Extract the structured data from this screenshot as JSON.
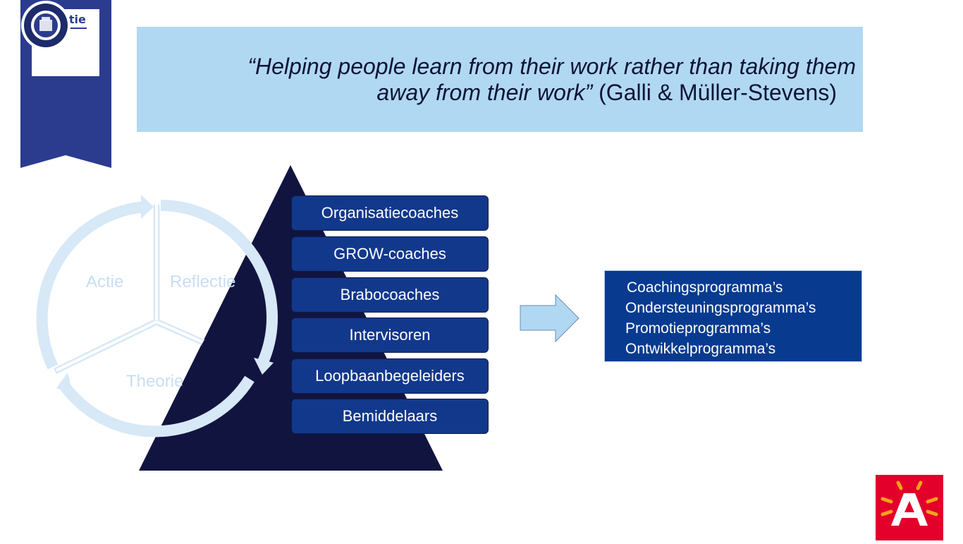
{
  "colors": {
    "banner_navy": "#2b3c8f",
    "quote_bg": "#b1d8f2",
    "pyramid_dark": "#121440",
    "cycle_light": "#d7e8f7",
    "coach_box": "#12388c",
    "programs_box": "#083b8f",
    "antwerp_red": "#e3002b"
  },
  "logo": {
    "brand_text": "Politie",
    "seal_icon": "politie-antwerpen-seal-icon",
    "flame_icon": "politie-flame-icon"
  },
  "quote": {
    "line1": "“Helping people learn from their work rather than taking them",
    "line2_italic": "away from their work”",
    "line2_author": " (Galli & Müller-Stevens)"
  },
  "cycle": {
    "labels": [
      "Actie",
      "Reflectie",
      "Theorie"
    ]
  },
  "coaches": [
    "Organisatiecoaches",
    "GROW-coaches",
    "Brabocoaches",
    "Intervisoren",
    "Loopbaanbegeleiders",
    "Bemiddelaars"
  ],
  "programs": [
    "Coachingsprogramma’s",
    "Ondersteuningsprogramma’s",
    "Promotieprogramma’s",
    "Ontwikkelprogramma’s"
  ],
  "footer_logo": {
    "icon": "stad-antwerpen-a-icon"
  }
}
